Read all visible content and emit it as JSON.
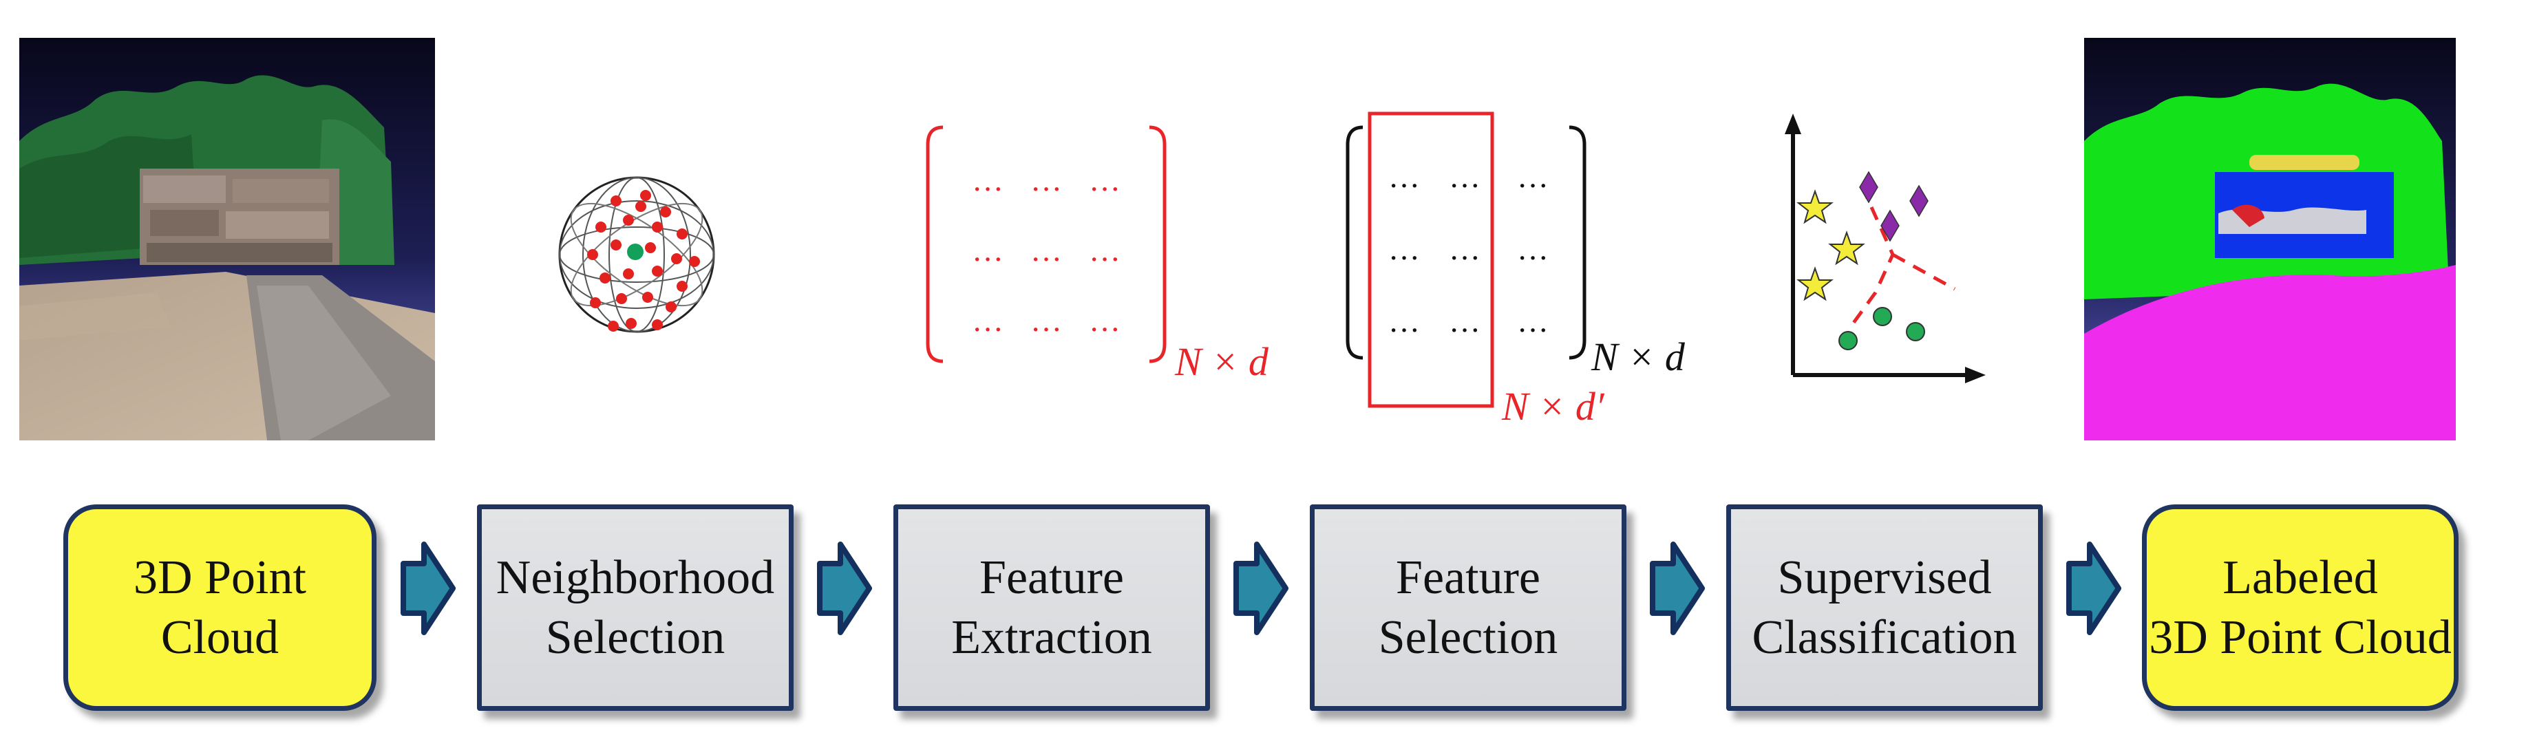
{
  "steps": [
    {
      "line1": "3D Point",
      "line2": "Cloud"
    },
    {
      "line1": "Neighborhood",
      "line2": "Selection"
    },
    {
      "line1": "Feature",
      "line2": "Extraction"
    },
    {
      "line1": "Feature",
      "line2": "Selection"
    },
    {
      "line1": "Supervised",
      "line2": "Classification"
    },
    {
      "line1": "Labeled",
      "line2": "3D Point Cloud"
    }
  ],
  "matrix_extraction": {
    "cell": "···",
    "dim": "N × d"
  },
  "matrix_selection": {
    "cell": "···",
    "dim_outer": "N × d",
    "dim_inner": "N × d′"
  },
  "colors": {
    "io_fill": "#fbf73f",
    "process_fill": "#dadcdf",
    "box_border": "#1f3560",
    "arrow_fill": "#2a8aa6",
    "arrow_border": "#14305e",
    "highlight_red": "#e8262a",
    "class_star": "#f3ec3b",
    "class_diamond": "#8a2aa8",
    "class_circle": "#22aa55"
  },
  "icons": [
    "point-cloud-photo",
    "neighborhood-sphere-icon",
    "feature-matrix-icon",
    "feature-selection-matrix-icon",
    "classification-scatter-icon",
    "labeled-point-cloud-image"
  ]
}
